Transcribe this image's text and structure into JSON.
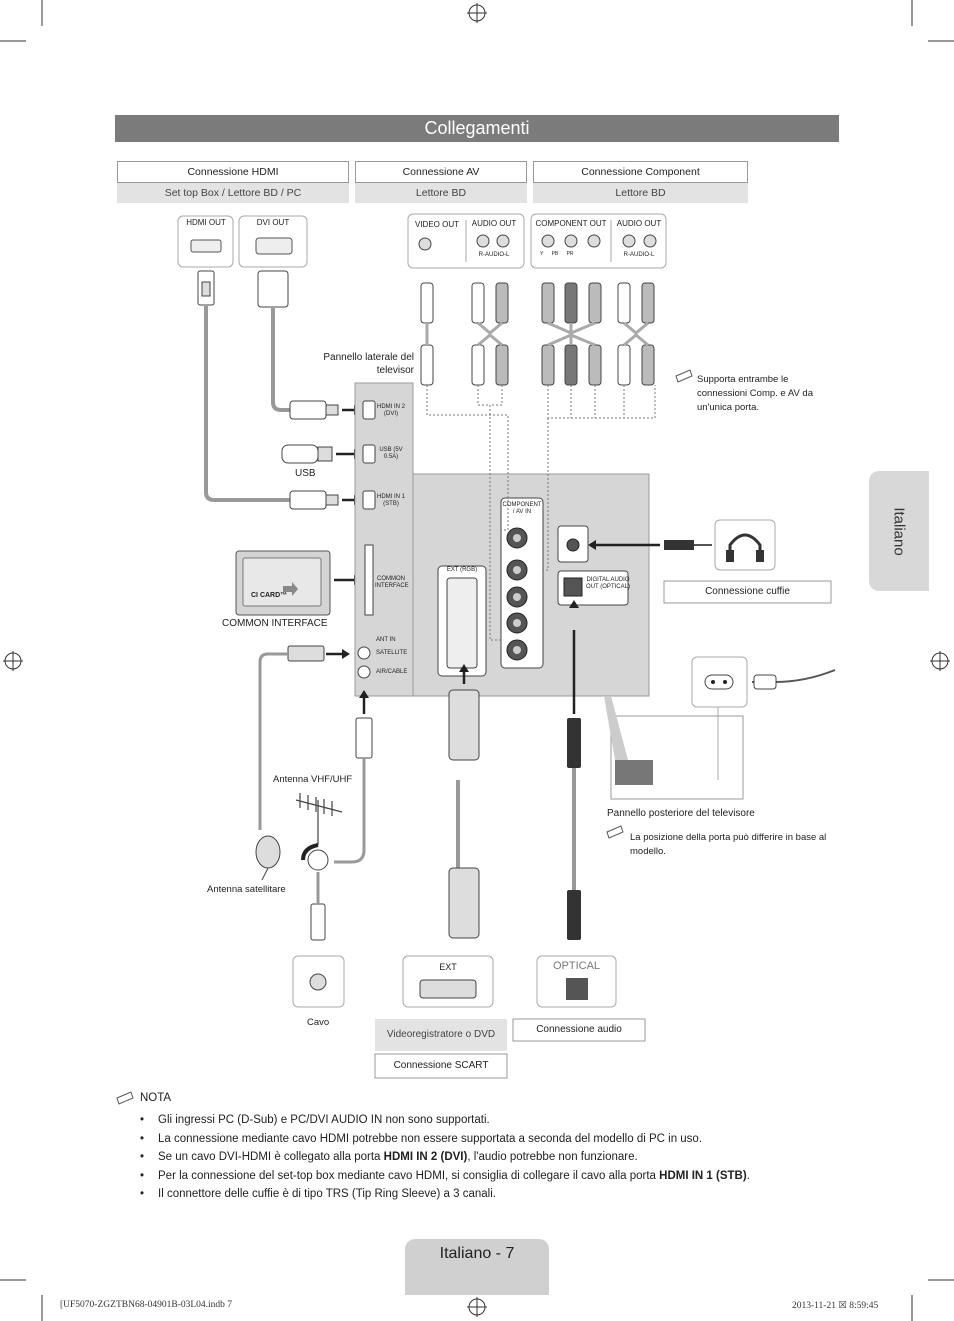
{
  "page": {
    "title": "Collegamenti",
    "side_tab": "Italiano",
    "page_label": "Italiano - 7"
  },
  "headers": {
    "hdmi": {
      "label": "Connessione HDMI",
      "sub": "Set top Box / Lettore BD / PC"
    },
    "av": {
      "label": "Connessione AV",
      "sub": "Lettore BD"
    },
    "component": {
      "label": "Connessione Component",
      "sub": "Lettore BD"
    }
  },
  "ports": {
    "hdmi_out": "HDMI OUT",
    "dvi_out": "DVI OUT",
    "video_out": "VIDEO OUT",
    "audio_out_1": "AUDIO OUT",
    "r_audio_l_1": "R-AUDIO-L",
    "component_out": "COMPONENT OUT",
    "audio_out_2": "AUDIO OUT",
    "r_audio_l_2": "R-AUDIO-L",
    "y_pb_pr": "Y      PB      PR",
    "hdmi_in_2": "HDMI IN 2 (DVI)",
    "usb_port": "USB (5V 0.5A)",
    "hdmi_in_1": "HDMI IN 1 (STB)",
    "common_interface_port": "COMMON INTERFACE",
    "ant_in": "ANT IN",
    "satellite": "SATELLITE",
    "air_cable": "AIR/CABLE",
    "component_av_in": "COMPONENT / AV IN",
    "ext_rgb": "EXT (RGB)",
    "digital_audio_out": "DIGITAL AUDIO OUT (OPTICAL)",
    "ext": "EXT",
    "optical": "OPTICAL",
    "ci_card": "CI CARD™"
  },
  "labels": {
    "side_panel": "Pannello laterale del televisor",
    "supports_both": "Supporta entrambe le connessioni Comp. e AV da un'unica porta.",
    "usb": "USB",
    "common_interface": "COMMON INTERFACE",
    "headphone_conn": "Connessione cuffie",
    "rear_panel": "Pannello posteriore del televisore",
    "port_position_note": "La posizione della porta può differire in base al modello.",
    "vhf_uhf": "Antenna VHF/UHF",
    "satellite_antenna": "Antenna satellitare",
    "cable": "Cavo",
    "vcr_dvd": "Videoregistratore o DVD",
    "scart_conn": "Connessione SCART",
    "audio_conn": "Connessione audio"
  },
  "notes": {
    "heading": "NOTA",
    "items": [
      {
        "text": "Gli ingressi PC (D-Sub) e PC/DVI AUDIO IN non sono supportati."
      },
      {
        "text": "La connessione mediante cavo HDMI potrebbe non essere supportata a seconda del modello di PC in uso."
      },
      {
        "pre": "Se un cavo DVI-HDMI è collegato alla porta ",
        "bold": "HDMI IN 2 (DVI)",
        "post": ", l'audio potrebbe non funzionare."
      },
      {
        "pre": "Per la connessione del set-top box mediante cavo HDMI, si consiglia di collegare il cavo alla porta ",
        "bold": "HDMI IN 1 (STB)",
        "post": "."
      },
      {
        "text": "Il connettore delle cuffie è di tipo TRS (Tip Ring Sleeve) a 3 canali."
      }
    ]
  },
  "footer": {
    "left": "[UF5070-ZGZTBN68-04901B-03L04.indb   7",
    "right": "2013-11-21   ☒ 8:59:45"
  },
  "colors": {
    "title_bar": "#7b7b7b",
    "tab": "#d8d8d8",
    "panel": "#d6d6d6"
  }
}
